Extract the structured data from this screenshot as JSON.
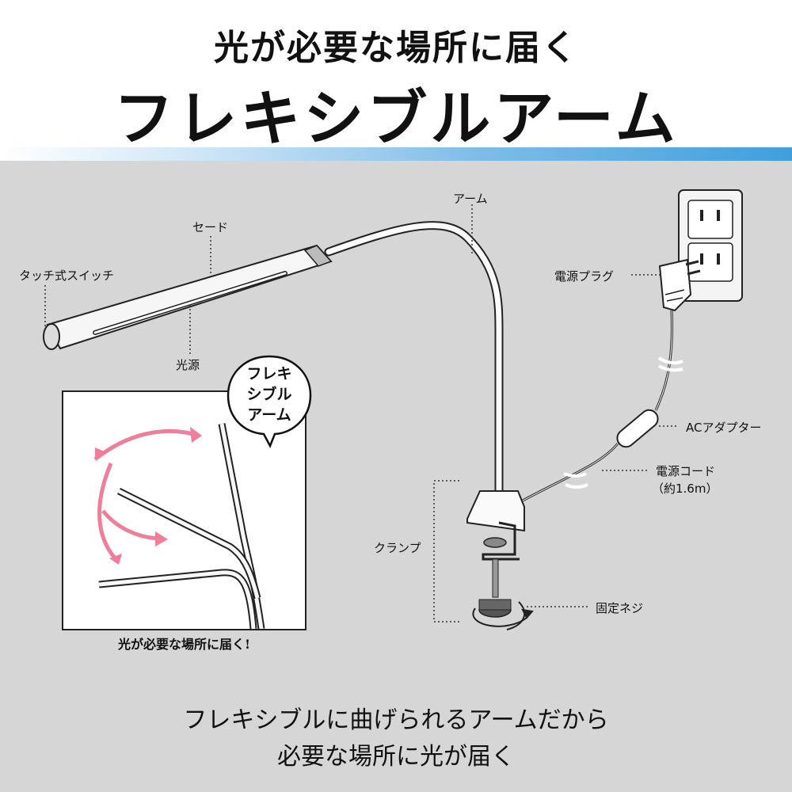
{
  "header": {
    "subtitle": "光が必要な場所に届く",
    "title": "フレキシブルアーム"
  },
  "labels": {
    "arm": "アーム",
    "shade": "セード",
    "touch_switch": "タッチ式スイッチ",
    "light_source": "光源",
    "power_plug": "電源プラグ",
    "ac_adapter": "ACアダプター",
    "power_cord": "電源コード",
    "power_cord_length": "（約1.6m）",
    "clamp": "クランプ",
    "fixing_screw": "固定ネジ"
  },
  "inset": {
    "bubble_line1": "フレキ",
    "bubble_line2": "シブル",
    "bubble_line3": "アーム",
    "caption": "光が必要な場所に届く!"
  },
  "footer": {
    "line1": "フレキシブルに曲げられるアームだから",
    "line2": "必要な場所に光が届く"
  },
  "colors": {
    "background": "#d6d6d6",
    "header_background": "#ffffff",
    "accent_blue": "#3f9fdd",
    "arrow_pink": "#f07d9a"
  },
  "icons": [
    "power-outlet-icon",
    "plug-icon",
    "rotate-arrow-icon",
    "speech-bubble-icon",
    "bend-arrow-icon"
  ]
}
